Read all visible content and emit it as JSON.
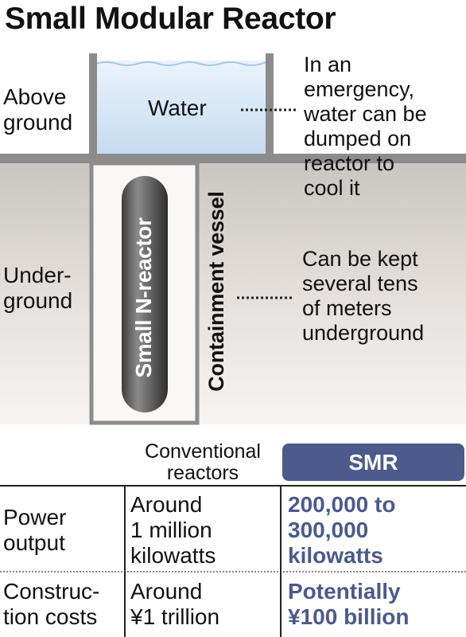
{
  "title": "Small Modular Reactor",
  "diagram": {
    "above_ground_label": "Above\nground",
    "underground_label": "Under-\nground",
    "water_label": "Water",
    "reactor_label": "Small N-reactor",
    "vessel_label": "Containment vessel",
    "note_water": "In an\nemergency,\nwater can be\ndumped on\nreactor to\ncool it",
    "note_underground": "Can be kept\nseveral tens\nof meters\nunderground"
  },
  "table": {
    "header_conventional": "Conventional\nreactors",
    "header_smr": "SMR",
    "rows": [
      {
        "label": "Power\noutput",
        "conventional": "Around\n1 million\nkilowatts",
        "smr": "200,000 to\n300,000\nkilowatts"
      },
      {
        "label": "Construc-\ntion costs",
        "conventional": "Around\n¥1 trillion",
        "smr": "Potentially\n¥100 billion"
      }
    ]
  },
  "colors": {
    "smr_accent": "#4c5a8c",
    "water": "#cfe3f5",
    "ground_top": "#cbc7c2",
    "ground_bottom": "#f6f3f1",
    "reactor": "#555555",
    "structure_gray": "#888888"
  }
}
